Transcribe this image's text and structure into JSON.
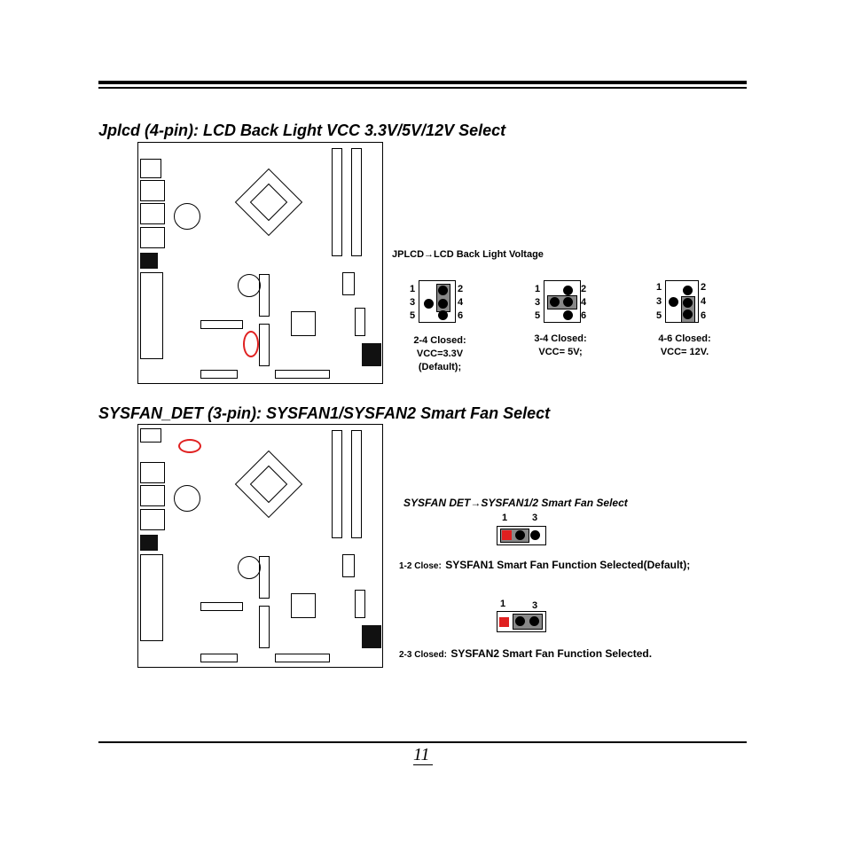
{
  "sections": [
    {
      "title": "Jplcd (4-pin): LCD Back Light VCC 3.3V/5V/12V Select",
      "diagram_label": "JPLCD→LCD Back Light Voltage",
      "settings": [
        {
          "pins_left": [
            "1",
            "3",
            "5"
          ],
          "pins_right": [
            "2",
            "4",
            "6"
          ],
          "caption": [
            "2-4 Closed:",
            "VCC=3.3V",
            "(Default);"
          ]
        },
        {
          "pins_left": [
            "1",
            "3",
            "5"
          ],
          "pins_right": [
            "2",
            "4",
            "6"
          ],
          "caption": [
            "3-4 Closed:",
            "VCC= 5V;"
          ]
        },
        {
          "pins_left": [
            "1",
            "3",
            "5"
          ],
          "pins_right": [
            "2",
            "4",
            "6"
          ],
          "caption": [
            "4-6 Closed:",
            "VCC= 12V."
          ]
        }
      ]
    },
    {
      "title": "SYSFAN_DET (3-pin): SYSFAN1/SYSFAN2 Smart Fan Select",
      "diagram_label": "SYSFAN DET→SYSFAN1/2 Smart Fan Select",
      "settings": [
        {
          "pin_first": "1",
          "pin_last": "3",
          "close_label": "1-2 Close:",
          "description": "SYSFAN1 Smart Fan Function Selected(Default);"
        },
        {
          "pin_first": "1",
          "pin_last": "3",
          "close_label": "2-3 Closed:",
          "description": "SYSFAN2 Smart Fan Function Selected."
        }
      ]
    }
  ],
  "page_number": "11",
  "colors": {
    "highlight": "#e02020",
    "jumper_cap": "#888888"
  }
}
